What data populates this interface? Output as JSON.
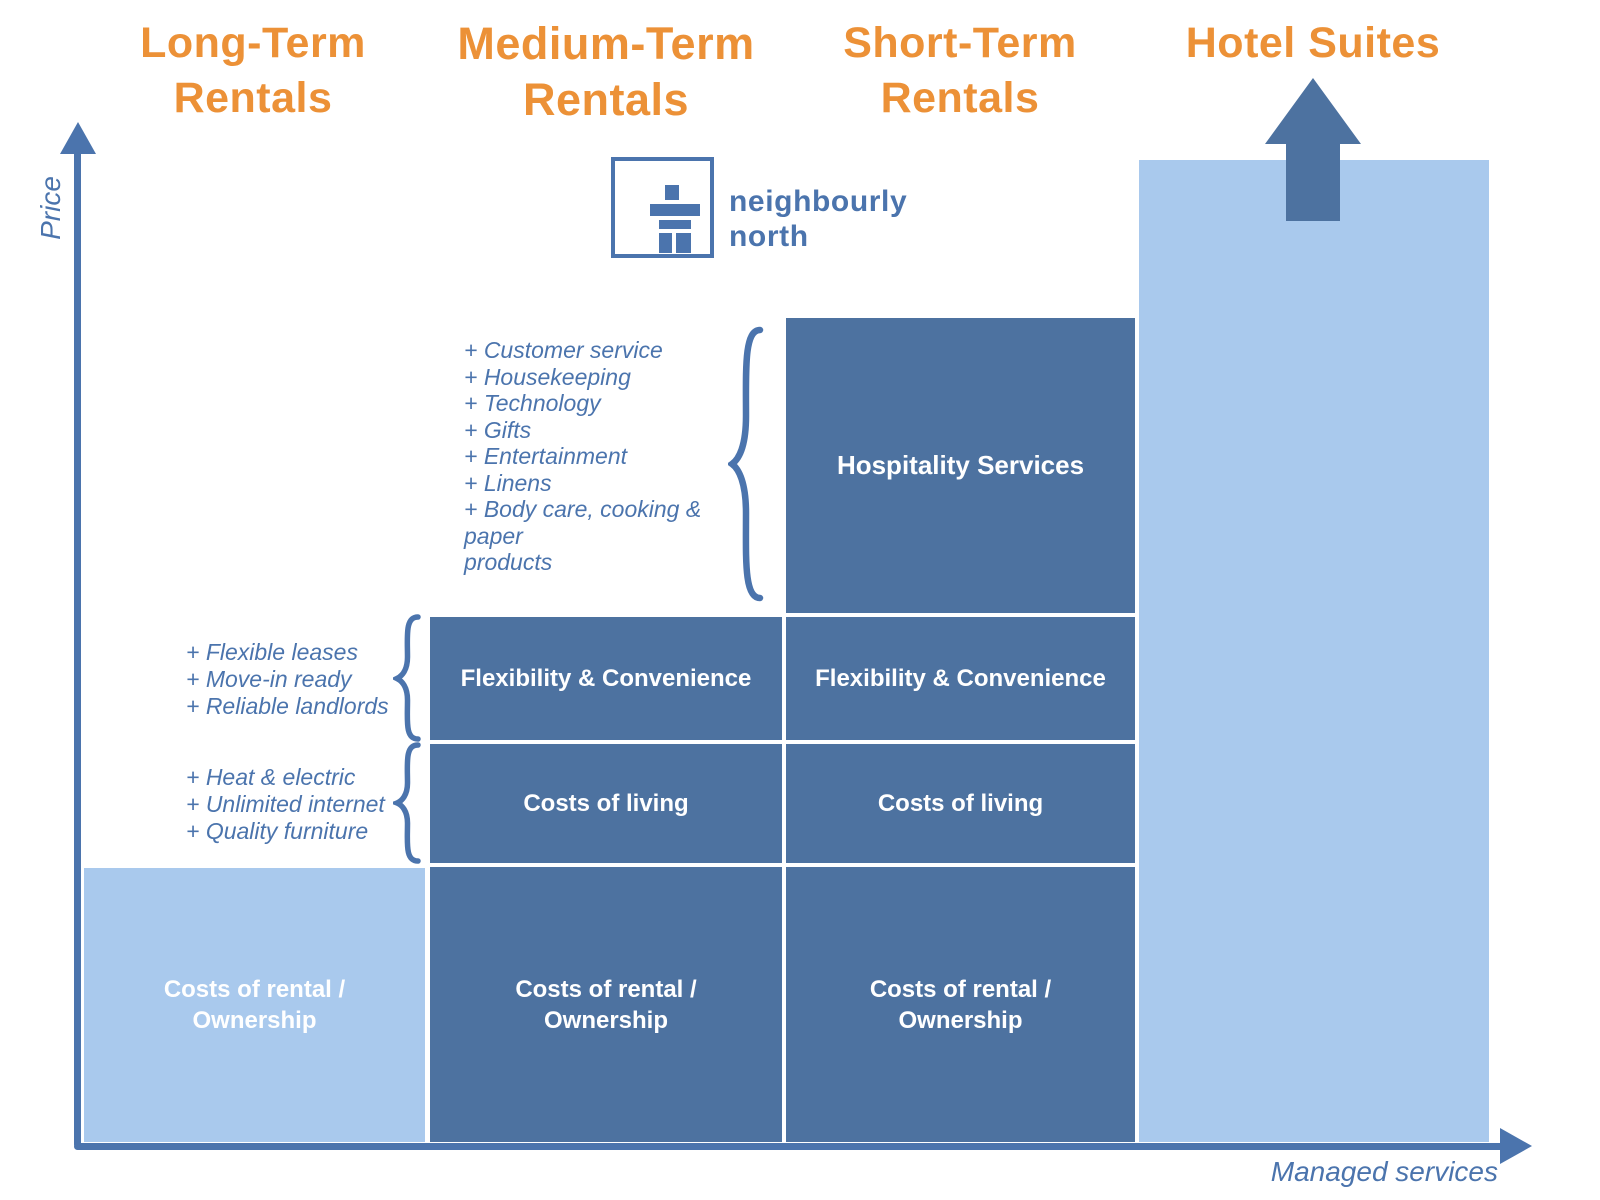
{
  "colors": {
    "header_orange": "#EC9137",
    "block_dark_blue": "#4D72A0",
    "block_light_blue": "#A9C9ED",
    "axis_and_text_blue": "#4B74AD",
    "block_label_white": "#FFFFFF",
    "background": "#FFFFFF"
  },
  "logo": {
    "line1": "neighbourly",
    "line2": "north"
  },
  "axes": {
    "y": "Price",
    "x": "Managed services"
  },
  "columns": [
    {
      "id": "long-term-rentals",
      "header": "Long-Term Rentals",
      "blocks": [
        {
          "label": "Costs of rental / Ownership",
          "tone": "light"
        }
      ]
    },
    {
      "id": "medium-term-rentals",
      "header": "Medium-Term Rentals",
      "blocks": [
        {
          "label": "Flexibility & Convenience",
          "tone": "dark"
        },
        {
          "label": "Costs of living",
          "tone": "dark"
        },
        {
          "label": "Costs of rental / Ownership",
          "tone": "dark"
        }
      ]
    },
    {
      "id": "short-term-rentals",
      "header": "Short-Term Rentals",
      "blocks": [
        {
          "label": "Hospitality Services",
          "tone": "dark"
        },
        {
          "label": "Flexibility & Convenience",
          "tone": "dark"
        },
        {
          "label": "Costs of living",
          "tone": "dark"
        },
        {
          "label": "Costs of rental / Ownership",
          "tone": "dark"
        }
      ]
    },
    {
      "id": "hotel-suites",
      "header": "Hotel Suites",
      "blocks": [
        {
          "label": "",
          "tone": "light",
          "note": "tall unlabeled bar with up-arrow"
        }
      ]
    }
  ],
  "annotations": {
    "hospitality": [
      "+ Customer service",
      "+ Housekeeping",
      "+ Technology",
      "+ Gifts",
      "+ Entertainment",
      "+ Linens",
      "+ Body care, cooking &",
      "paper",
      "products"
    ],
    "flexibility": [
      "+ Flexible leases",
      "+ Move-in ready",
      "+ Reliable landlords"
    ],
    "costs_of_living": [
      "+ Heat & electric",
      "+ Unlimited internet",
      "+ Quality furniture"
    ]
  }
}
